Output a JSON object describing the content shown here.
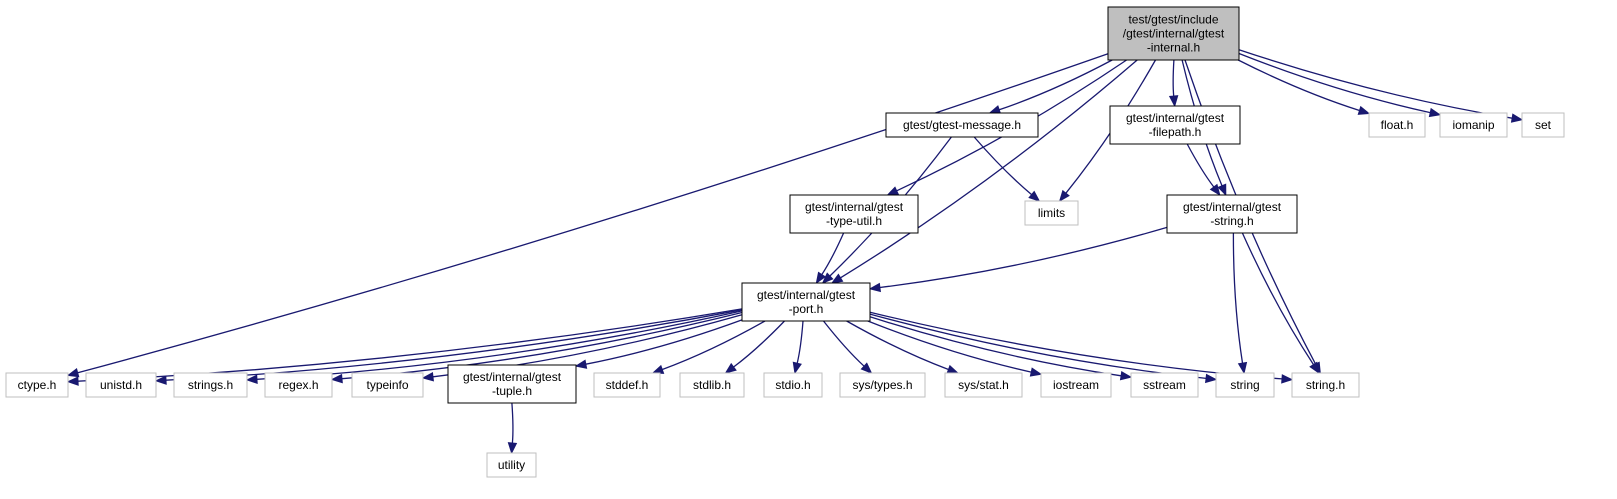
{
  "graph": {
    "edge_color": "#191970",
    "colors": {
      "root_fill": "#bfbfbf",
      "internal_stroke": "#000000",
      "external_stroke": "#bfbfbf",
      "box_fill": "#ffffff"
    },
    "nodes": [
      {
        "id": "root",
        "kind": "root",
        "lines": [
          "test/gtest/include",
          "/gtest/internal/gtest",
          "-internal.h"
        ]
      },
      {
        "id": "message",
        "kind": "internal",
        "lines": [
          "gtest/gtest-message.h"
        ]
      },
      {
        "id": "filepath",
        "kind": "internal",
        "lines": [
          "gtest/internal/gtest",
          "-filepath.h"
        ]
      },
      {
        "id": "typeutil",
        "kind": "internal",
        "lines": [
          "gtest/internal/gtest",
          "-type-util.h"
        ]
      },
      {
        "id": "limits",
        "kind": "external",
        "lines": [
          "limits"
        ]
      },
      {
        "id": "gstring",
        "kind": "internal",
        "lines": [
          "gtest/internal/gtest",
          "-string.h"
        ]
      },
      {
        "id": "floath",
        "kind": "external",
        "lines": [
          "float.h"
        ]
      },
      {
        "id": "iomanip",
        "kind": "external",
        "lines": [
          "iomanip"
        ]
      },
      {
        "id": "set",
        "kind": "external",
        "lines": [
          "set"
        ]
      },
      {
        "id": "port",
        "kind": "internal",
        "lines": [
          "gtest/internal/gtest",
          "-port.h"
        ]
      },
      {
        "id": "ctype",
        "kind": "external",
        "lines": [
          "ctype.h"
        ]
      },
      {
        "id": "unistd",
        "kind": "external",
        "lines": [
          "unistd.h"
        ]
      },
      {
        "id": "strings",
        "kind": "external",
        "lines": [
          "strings.h"
        ]
      },
      {
        "id": "regex",
        "kind": "external",
        "lines": [
          "regex.h"
        ]
      },
      {
        "id": "typeinfo",
        "kind": "external",
        "lines": [
          "typeinfo"
        ]
      },
      {
        "id": "tuple",
        "kind": "internal",
        "lines": [
          "gtest/internal/gtest",
          "-tuple.h"
        ]
      },
      {
        "id": "stddef",
        "kind": "external",
        "lines": [
          "stddef.h"
        ]
      },
      {
        "id": "stdlib",
        "kind": "external",
        "lines": [
          "stdlib.h"
        ]
      },
      {
        "id": "stdio",
        "kind": "external",
        "lines": [
          "stdio.h"
        ]
      },
      {
        "id": "systypes",
        "kind": "external",
        "lines": [
          "sys/types.h"
        ]
      },
      {
        "id": "sysstat",
        "kind": "external",
        "lines": [
          "sys/stat.h"
        ]
      },
      {
        "id": "iostream",
        "kind": "external",
        "lines": [
          "iostream"
        ]
      },
      {
        "id": "sstream",
        "kind": "external",
        "lines": [
          "sstream"
        ]
      },
      {
        "id": "string",
        "kind": "external",
        "lines": [
          "string"
        ]
      },
      {
        "id": "stringh",
        "kind": "external",
        "lines": [
          "string.h"
        ]
      },
      {
        "id": "utility",
        "kind": "external",
        "lines": [
          "utility"
        ]
      }
    ],
    "edges": [
      {
        "from": "root",
        "to": "message"
      },
      {
        "from": "root",
        "to": "filepath"
      },
      {
        "from": "root",
        "to": "typeutil"
      },
      {
        "from": "root",
        "to": "limits"
      },
      {
        "from": "root",
        "to": "gstring"
      },
      {
        "from": "root",
        "to": "floath"
      },
      {
        "from": "root",
        "to": "iomanip"
      },
      {
        "from": "root",
        "to": "set"
      },
      {
        "from": "root",
        "to": "port"
      },
      {
        "from": "root",
        "to": "ctype"
      },
      {
        "from": "root",
        "to": "stringh"
      },
      {
        "from": "message",
        "to": "limits"
      },
      {
        "from": "message",
        "to": "port"
      },
      {
        "from": "filepath",
        "to": "gstring"
      },
      {
        "from": "typeutil",
        "to": "port"
      },
      {
        "from": "gstring",
        "to": "port"
      },
      {
        "from": "gstring",
        "to": "string"
      },
      {
        "from": "gstring",
        "to": "stringh"
      },
      {
        "from": "port",
        "to": "ctype"
      },
      {
        "from": "port",
        "to": "unistd"
      },
      {
        "from": "port",
        "to": "strings"
      },
      {
        "from": "port",
        "to": "regex"
      },
      {
        "from": "port",
        "to": "typeinfo"
      },
      {
        "from": "port",
        "to": "tuple"
      },
      {
        "from": "port",
        "to": "stddef"
      },
      {
        "from": "port",
        "to": "stdlib"
      },
      {
        "from": "port",
        "to": "stdio"
      },
      {
        "from": "port",
        "to": "systypes"
      },
      {
        "from": "port",
        "to": "sysstat"
      },
      {
        "from": "port",
        "to": "iostream"
      },
      {
        "from": "port",
        "to": "sstream"
      },
      {
        "from": "port",
        "to": "string"
      },
      {
        "from": "port",
        "to": "stringh"
      },
      {
        "from": "tuple",
        "to": "utility"
      }
    ]
  }
}
